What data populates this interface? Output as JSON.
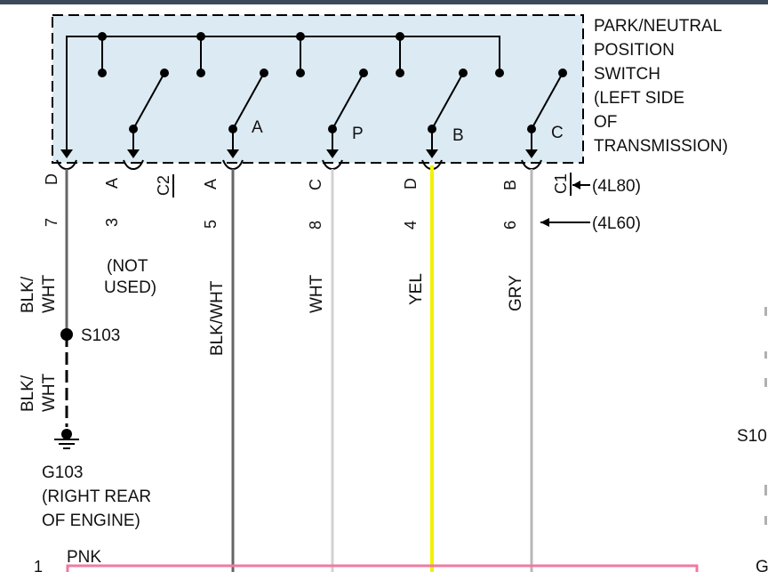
{
  "switch": {
    "title_lines": [
      "PARK/NEUTRAL",
      "POSITION",
      "SWITCH",
      "(LEFT SIDE",
      "OF",
      "TRANSMISSION)"
    ],
    "contact_labels": [
      "A",
      "P",
      "B",
      "C"
    ]
  },
  "connectors": {
    "c2": "C2",
    "c1": "C1",
    "c1_note": "(4L80)",
    "pin_note": "(4L60)"
  },
  "pins": [
    {
      "letter": "D",
      "number": "7"
    },
    {
      "letter": "A",
      "number": "3"
    },
    {
      "letter": "A",
      "number": "5"
    },
    {
      "letter": "C",
      "number": "8"
    },
    {
      "letter": "D",
      "number": "4"
    },
    {
      "letter": "B",
      "number": "6"
    }
  ],
  "wires": {
    "blk_wht_slash": "BLK/",
    "wht": "WHT",
    "not_used_1": "(NOT",
    "not_used_2": "USED)",
    "blk_wht": "BLK/WHT",
    "white": "WHT",
    "yellow": "YEL",
    "gray": "GRY",
    "pink": "PNK"
  },
  "splice": {
    "s103": "S103",
    "s10_partial": "S10"
  },
  "ground": {
    "id": "G103",
    "desc_1": "(RIGHT REAR",
    "desc_2": "OF ENGINE)"
  },
  "edge": {
    "bottom_num": "1",
    "right_partial": "G"
  },
  "colors": {
    "switch_fill": "#dceaf3",
    "yellow_wire": "#f4f000",
    "gray_wire": "#b8b8b8",
    "pink_wire": "#f07aa0",
    "white_wire": "#d2d2d2"
  }
}
